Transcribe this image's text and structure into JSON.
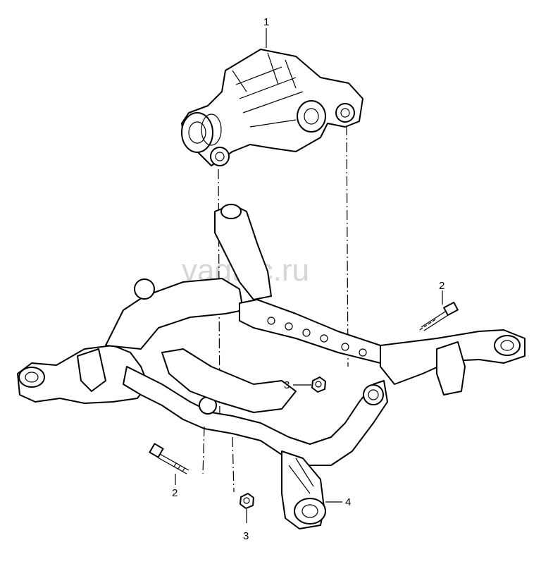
{
  "watermark": "vagtec.ru",
  "callouts": [
    {
      "id": "label-1",
      "text": "1"
    },
    {
      "id": "label-2-right",
      "text": "2"
    },
    {
      "id": "label-2-left",
      "text": "2"
    },
    {
      "id": "label-3-mid",
      "text": "3"
    },
    {
      "id": "label-3-bottom",
      "text": "3"
    },
    {
      "id": "label-4",
      "text": "4"
    }
  ]
}
